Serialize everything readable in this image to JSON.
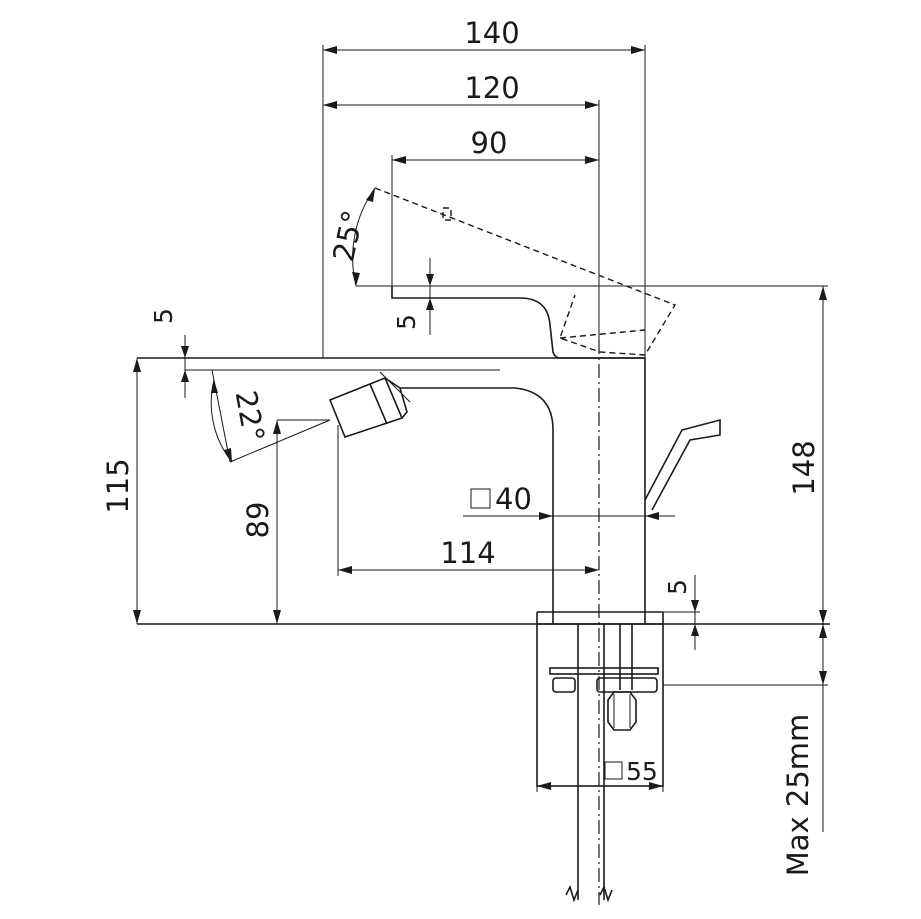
{
  "dimensions": {
    "width_140": "140",
    "width_120": "120",
    "width_90": "90",
    "lever_angle": "25°",
    "spout_angle": "22°",
    "offset_5_top": "5",
    "offset_5_lever": "5",
    "offset_5_base": "5",
    "height_115": "115",
    "height_89": "89",
    "height_148": "148",
    "reach_114": "114",
    "body_square_40": "40",
    "base_square_55": "55",
    "max_thickness": "Max 25mm"
  },
  "colors": {
    "line": "#1a1a1a",
    "background": "#ffffff"
  }
}
